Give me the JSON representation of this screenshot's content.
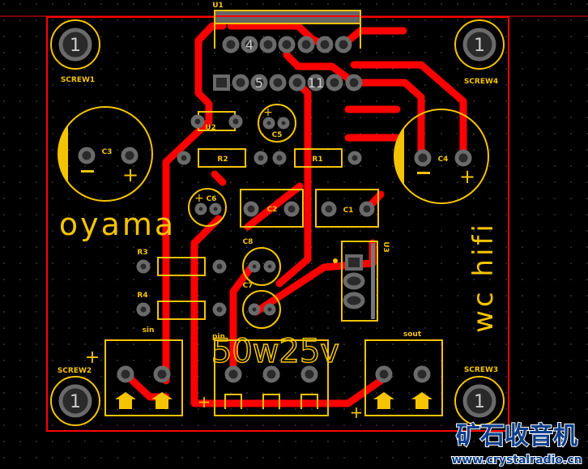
{
  "board": {
    "colors": {
      "background": "#000000",
      "copper": "#ff0000",
      "silkscreen": "#f5c400",
      "pad": "#6a6a6a",
      "outline": "#ff0000"
    },
    "screws": [
      {
        "label": "SCREW1",
        "pin": "1"
      },
      {
        "label": "SCREW4",
        "pin": "1"
      },
      {
        "label": "SCREW2",
        "pin": "1"
      },
      {
        "label": "SCREW3",
        "pin": "1"
      }
    ],
    "components": {
      "u1": "U1",
      "u2": "U2",
      "u3": "U3",
      "c1": "C1",
      "c2": "C2",
      "c3": "C3",
      "c4": "C4",
      "c5": "C5",
      "c6": "C6",
      "c7": "C7",
      "c8": "C8",
      "r1": "R1",
      "r2": "R2",
      "r3": "R3",
      "r4": "R4",
      "sin": "sin",
      "pin": "pin",
      "sout": "sout"
    },
    "u1_pin_numbers": {
      "p4": "4",
      "p5": "5",
      "p11": "11"
    },
    "text": {
      "left": "oyama",
      "right": "wc hifi",
      "center": "50w25v"
    }
  },
  "watermark": {
    "title": "矿石收音机",
    "url": "www.crystalradio.cn"
  }
}
